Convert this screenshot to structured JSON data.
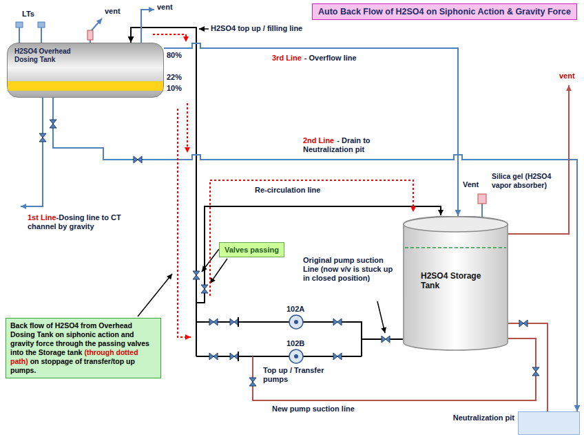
{
  "diagram": {
    "title": "Auto Back Flow of H2SO4 on Siphonic Action & Gravity Force",
    "nodes": [
      {
        "text": [
          "H2SO4 Overhead Dosing Tank"
        ]
      },
      {
        "text": [
          "Valves passing"
        ]
      },
      {
        "text": [
          "Back flow of H2SO4 from Overhead Dosing Tank on siphonic action and gravity force through the passing valves into the Storage tank",
          "(through dotted path)",
          "on stoppage of transfer/top up pumps."
        ]
      },
      {
        "text": [
          "H2SO4 Storage Tank"
        ]
      },
      {
        "text": [
          "Neutralization pit"
        ]
      }
    ],
    "edges": [
      {
        "from": 3,
        "to": 0,
        "arrow": "to"
      },
      {
        "from": 0,
        "to": 3,
        "arrow": "to"
      },
      {
        "from": 0,
        "to": 4,
        "arrow": "to"
      },
      {
        "from": 3,
        "to": 4,
        "arrow": "none"
      }
    ],
    "labels": [
      "LTs",
      "vent",
      "vent",
      "80%",
      "22%",
      "10%",
      "H2SO4 top up / filling line",
      "3rd Line",
      "- Overflow line",
      "2nd Line",
      "- Drain to Neutralization pit",
      "1st Line",
      "-Dosing line to CT channel by gravity",
      "Vent",
      "Silica gel (H2SO4 vapor absorber)",
      "vent",
      "Re-circulation line",
      "Original pump suction Line (now v/v is stuck up in closed position)",
      "102A",
      "102B",
      "Top up / Transfer pumps",
      "New pump suction line"
    ]
  }
}
